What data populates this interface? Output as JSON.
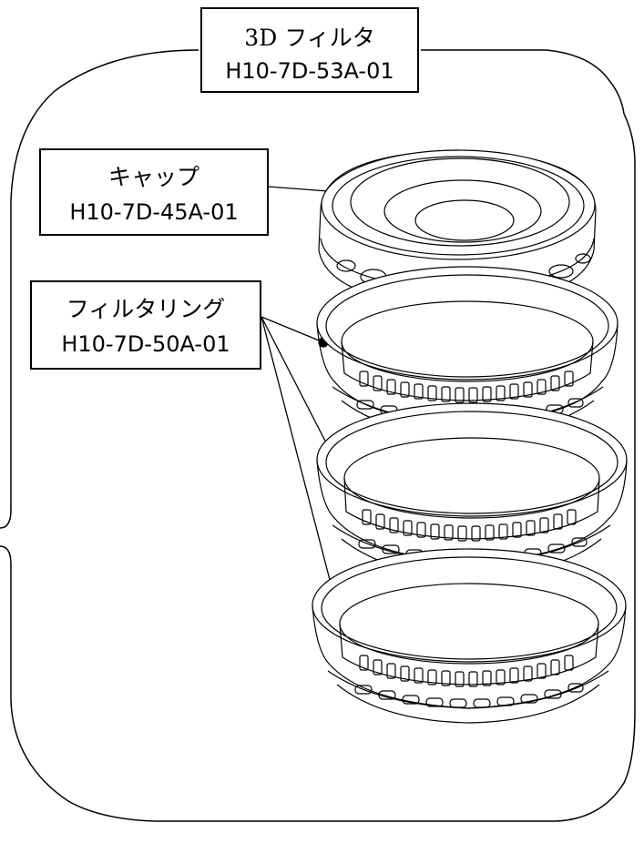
{
  "assembly": {
    "title": "3D フィルタ",
    "part_number": "H10-7D-53A-01"
  },
  "cap": {
    "name": "キャップ",
    "part_number": "H10-7D-45A-01"
  },
  "filter_ring": {
    "name": "フィルタリング",
    "part_number": "H10-7D-50A-01",
    "count": 3
  },
  "colors": {
    "line": "#000000",
    "background": "#ffffff"
  }
}
